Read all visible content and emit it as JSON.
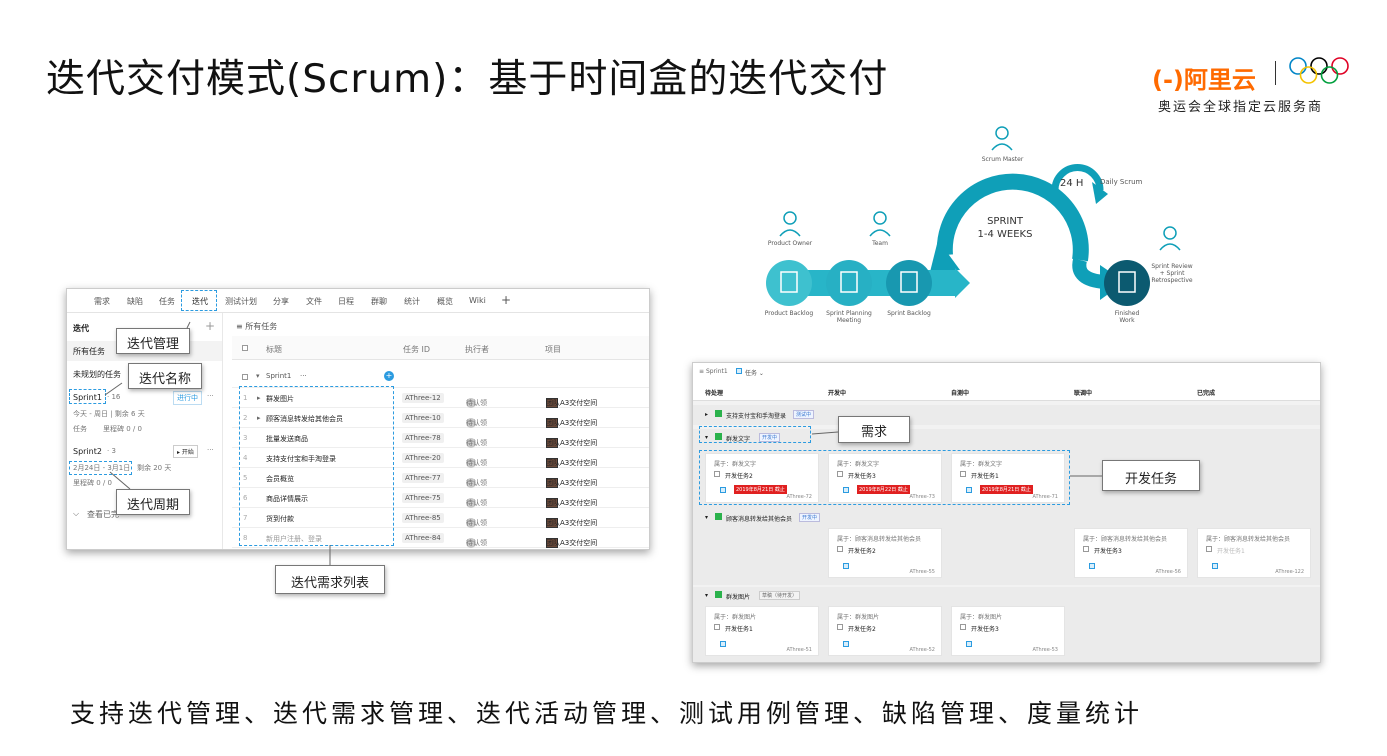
{
  "slide": {
    "title": "迭代交付模式(Scrum)：基于时间盒的迭代交付",
    "bottom_text": "支持迭代管理、迭代需求管理、迭代活动管理、测试用例管理、缺陷管理、度量统计"
  },
  "logo": {
    "brand": "(-)阿里云",
    "subtitle": "奥运会全球指定云服务商"
  },
  "colors": {
    "accent": "#ff6a00",
    "teal": "#0f9fb8",
    "dash": "#2b9be0",
    "due": "#e02020"
  },
  "shot1": {
    "tabs": [
      "需求",
      "缺陷",
      "任务",
      "迭代",
      "测试计划",
      "分享",
      "文件",
      "日程",
      "群聊",
      "统计",
      "概览",
      "Wiki",
      "+"
    ],
    "sidebar": {
      "heading": "迭代",
      "plus": "+",
      "all_tasks": "所有任务",
      "unplanned": "未规划的任务",
      "sprint1": {
        "name": "Sprint1",
        "count": "· 16",
        "status": "进行中",
        "more": "···",
        "dates": "今天 - 周日 | 剩余 6 天",
        "tasks": "任务",
        "milestone": "里程碑 0 / 0"
      },
      "sprint2": {
        "name": "Sprint2",
        "count": "· 3",
        "action": "▸ 开始",
        "more": "···",
        "dates": "2月24日 - 3月1日",
        "remain": "剩余 20 天",
        "milestone": "里程碑 0 / 0"
      },
      "view_done": "查看已完"
    },
    "table": {
      "toolbar": "所有任务",
      "headers": [
        "标题",
        "任务 ID",
        "执行者",
        "项目"
      ],
      "sprint_row": "Sprint1",
      "sprint_more": "···",
      "rows": [
        {
          "n": "1",
          "title": "群发图片",
          "id": "AThree-12",
          "assignee": "待认领",
          "project": "团队A3交付空间"
        },
        {
          "n": "2",
          "title": "顾客消息转发给其他会员",
          "id": "AThree-10",
          "assignee": "待认领",
          "project": "团队A3交付空间"
        },
        {
          "n": "3",
          "title": "批量发送商品",
          "id": "AThree-78",
          "assignee": "待认领",
          "project": "团队A3交付空间"
        },
        {
          "n": "4",
          "title": "支持支付宝和手淘登录",
          "id": "AThree-20",
          "assignee": "待认领",
          "project": "团队A3交付空间"
        },
        {
          "n": "5",
          "title": "会员概览",
          "id": "AThree-77",
          "assignee": "待认领",
          "project": "团队A3交付空间"
        },
        {
          "n": "6",
          "title": "商品详情展示",
          "id": "AThree-75",
          "assignee": "待认领",
          "project": "团队A3交付空间"
        },
        {
          "n": "7",
          "title": "货到付款",
          "id": "AThree-85",
          "assignee": "待认领",
          "project": "团队A3交付空间"
        },
        {
          "n": "8",
          "title": "新用户注册、登录",
          "id": "AThree-84",
          "assignee": "待认领",
          "project": "团队A3交付空间"
        }
      ]
    },
    "callouts": {
      "manage": "迭代管理",
      "name": "迭代名称",
      "cycle": "迭代周期",
      "list": "迭代需求列表"
    }
  },
  "diagram": {
    "product_owner": "Product Owner",
    "team": "Team",
    "scrum_master": "Scrum Master",
    "daily": "Daily Scrum",
    "h24": "24 H",
    "sprint_line1": "SPRINT",
    "sprint_line2": "1-4 WEEKS",
    "product_backlog": "Product Backlog",
    "planning": "Sprint Planning Meeting",
    "sprint_backlog": "Sprint Backlog",
    "finished": "Finished Work",
    "review": "Sprint Review + Sprint Retrospective"
  },
  "shot2": {
    "breadcrumb": "Sprint1",
    "view": "任务",
    "columns": [
      "待处理",
      "开发中",
      "自测中",
      "联调中",
      "已完成"
    ],
    "groups": [
      {
        "title": "支持支付宝和手淘登录",
        "badge": "测试中"
      },
      {
        "title": "群发文字",
        "badge": "开发中"
      },
      {
        "title": "顾客消息转发给其他会员",
        "badge": "开发中"
      },
      {
        "title": "群发图片",
        "badge": "草稿（待开发）"
      }
    ],
    "cards_g2": [
      {
        "name": "开发任务2",
        "due": "2019年8月21日 截止",
        "id": "AThree-72"
      },
      {
        "name": "开发任务3",
        "due": "2019年8月22日 截止",
        "id": "AThree-73"
      },
      {
        "name": "开发任务1",
        "due": "2019年8月21日 截止",
        "id": "AThree-71"
      }
    ],
    "card_g2_parent": "属于：群发文字",
    "cards_g3": [
      {
        "name": "开发任务2",
        "id": "AThree-55"
      },
      {
        "name": "开发任务3",
        "id": "AThree-56"
      },
      {
        "name": "开发任务1",
        "id": "AThree-122"
      }
    ],
    "card_g3_parent": "属于：顾客消息转发给其他会员",
    "cards_g4": [
      {
        "name": "开发任务1",
        "id": "AThree-51"
      },
      {
        "name": "开发任务2",
        "id": "AThree-52"
      },
      {
        "name": "开发任务3",
        "id": "AThree-53"
      }
    ],
    "card_g4_parent": "属于：群发图片",
    "callouts": {
      "req": "需求",
      "dev": "开发任务"
    }
  }
}
